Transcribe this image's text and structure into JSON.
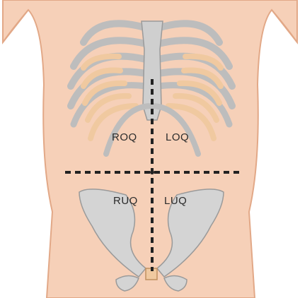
{
  "diagram": {
    "quadrant_labels": {
      "upper_left": "ROQ",
      "upper_right": "LOQ",
      "lower_left": "RUQ",
      "lower_right": "LUQ"
    },
    "colors": {
      "skin": "#f6d0b8",
      "skin_edge": "#e2a887",
      "bone": "#c9c9c9",
      "bone_edge": "#9a9a9a",
      "cartilage": "#f0c9a0",
      "divider": "#222222"
    },
    "divider_style": "dashed"
  }
}
